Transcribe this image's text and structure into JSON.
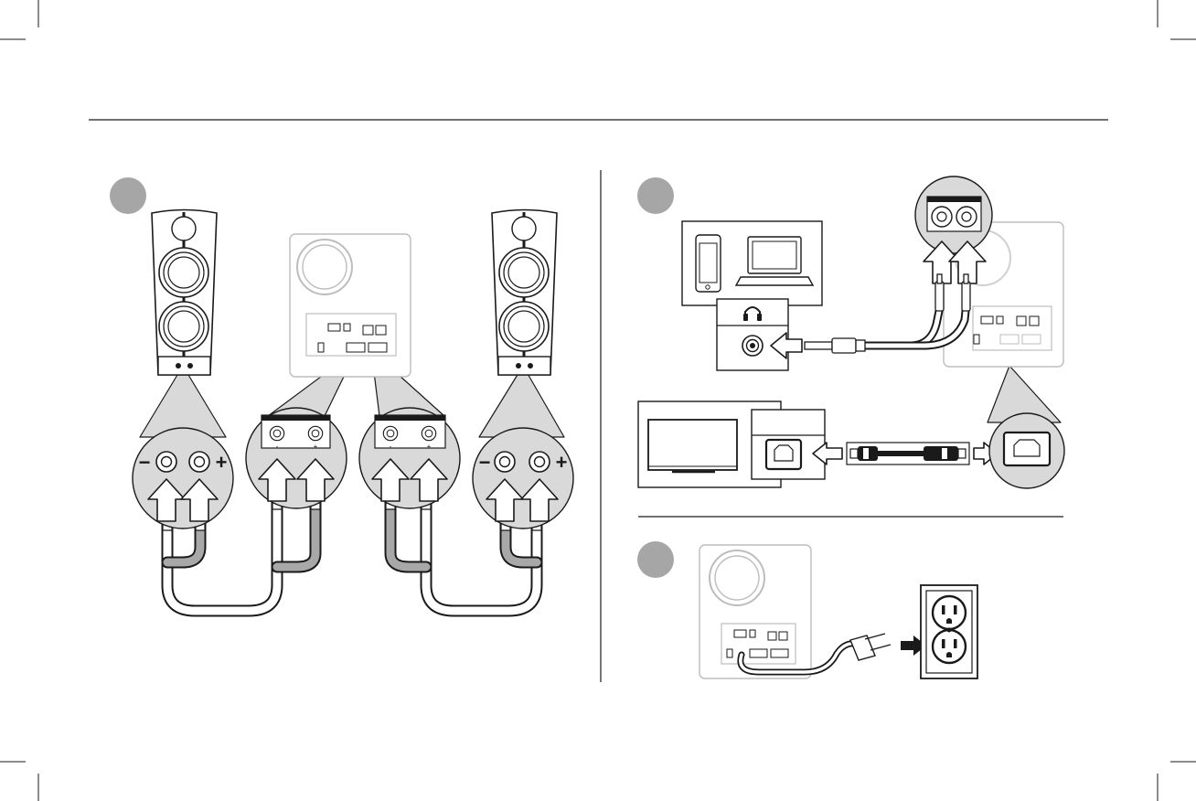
{
  "diagram": {
    "title": "",
    "steps": [
      {
        "id": "step-1",
        "label": ""
      },
      {
        "id": "step-2",
        "label": ""
      },
      {
        "id": "step-3",
        "label": ""
      }
    ],
    "terminal_signs": {
      "minus": "−",
      "plus": "+",
      "small_minus": "-",
      "small_plus": "+"
    },
    "colors": {
      "line": "#1a1a1a",
      "step_badge": "#a6a6a6",
      "zoom_fill": "#d9d9d9",
      "wire_fill": "#a8a8a8",
      "panel_light": "#bdbdbd"
    },
    "icons": {
      "smartphone": "smartphone-icon",
      "laptop": "laptop-icon",
      "headphones": "headphones-icon",
      "tv": "tv-icon",
      "optical": "optical-port-icon",
      "outlet": "power-outlet-icon",
      "plug": "power-plug-icon"
    }
  }
}
